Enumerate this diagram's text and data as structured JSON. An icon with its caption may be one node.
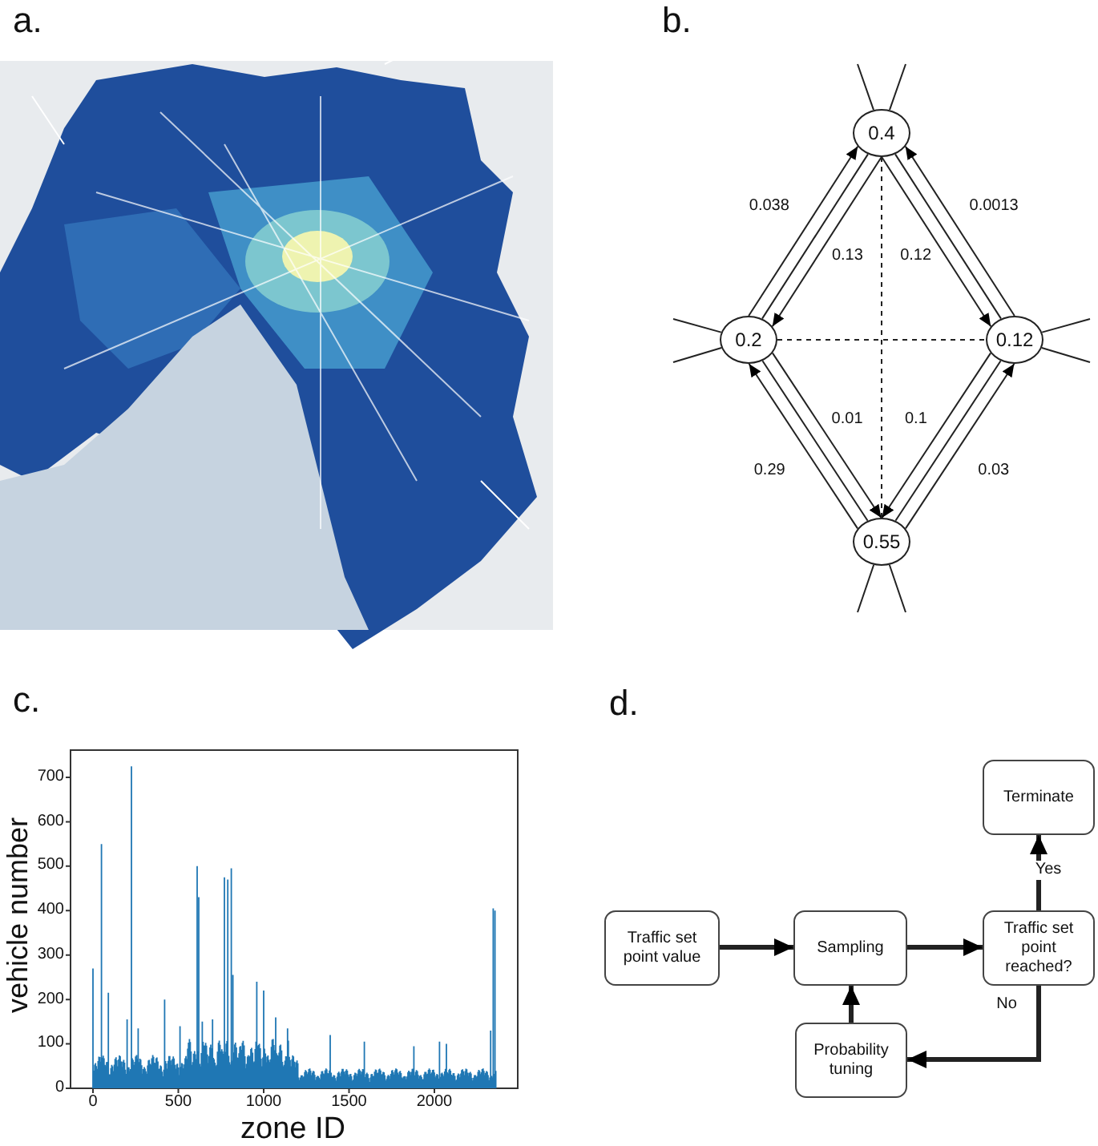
{
  "diagram": {
    "nodes": [
      {
        "text": [
          "0.4"
        ]
      },
      {
        "text": [
          "0.2"
        ]
      },
      {
        "text": [
          "0.12"
        ]
      },
      {
        "text": [
          "0.55"
        ]
      },
      {
        "text": [
          "Traffic set point value"
        ]
      },
      {
        "text": [
          "Sampling"
        ]
      },
      {
        "text": [
          "Traffic set point reached?"
        ]
      },
      {
        "text": [
          "Terminate"
        ]
      },
      {
        "text": [
          "Probability tuning"
        ]
      }
    ],
    "edges": [
      {
        "from": 0,
        "to": 1,
        "arrow": "none"
      },
      {
        "from": 0,
        "to": 2,
        "arrow": "none"
      },
      {
        "from": 1,
        "to": 3,
        "arrow": "none"
      },
      {
        "from": 2,
        "to": 3,
        "arrow": "none"
      },
      {
        "from": 0,
        "to": 3,
        "arrow": "none",
        "style": "dashed"
      },
      {
        "from": 1,
        "to": 2,
        "arrow": "none",
        "style": "dashed"
      },
      {
        "from": 1,
        "to": 0,
        "arrow": "to",
        "label": "0.038"
      },
      {
        "from": 0,
        "to": 1,
        "arrow": "to",
        "label": "0.13"
      },
      {
        "from": 0,
        "to": 2,
        "arrow": "to",
        "label": "0.12"
      },
      {
        "from": 2,
        "to": 0,
        "arrow": "to",
        "label": "0.0013"
      },
      {
        "from": 1,
        "to": 3,
        "arrow": "to",
        "label": "0.01"
      },
      {
        "from": 3,
        "to": 1,
        "arrow": "to",
        "label": "0.29"
      },
      {
        "from": 2,
        "to": 3,
        "arrow": "to",
        "label": "0.1"
      },
      {
        "from": 3,
        "to": 2,
        "arrow": "to",
        "label": "0.03"
      },
      {
        "from": 0,
        "to": null,
        "arrow": "none"
      },
      {
        "from": 0,
        "to": null,
        "arrow": "none"
      },
      {
        "from": 1,
        "to": null,
        "arrow": "none"
      },
      {
        "from": 1,
        "to": null,
        "arrow": "none"
      },
      {
        "from": 2,
        "to": null,
        "arrow": "none"
      },
      {
        "from": 2,
        "to": null,
        "arrow": "none"
      },
      {
        "from": 3,
        "to": null,
        "arrow": "none"
      },
      {
        "from": 3,
        "to": null,
        "arrow": "none"
      },
      {
        "from": 4,
        "to": 5,
        "arrow": "to",
        "style": "thick"
      },
      {
        "from": 5,
        "to": 6,
        "arrow": "to",
        "style": "thick"
      },
      {
        "from": 6,
        "to": 7,
        "arrow": "to",
        "style": "thick",
        "label": "Yes"
      },
      {
        "from": 6,
        "to": 8,
        "arrow": "to",
        "style": "thick",
        "label": "No"
      },
      {
        "from": 8,
        "to": 5,
        "arrow": "to",
        "style": "thick"
      }
    ],
    "labels": [
      "a.",
      "b.",
      "c.",
      "d.",
      "0",
      "100",
      "200",
      "300",
      "400",
      "500",
      "600",
      "700",
      "0",
      "500",
      "1000",
      "1500",
      "2000",
      "vehicle number",
      "zone ID"
    ]
  }
}
